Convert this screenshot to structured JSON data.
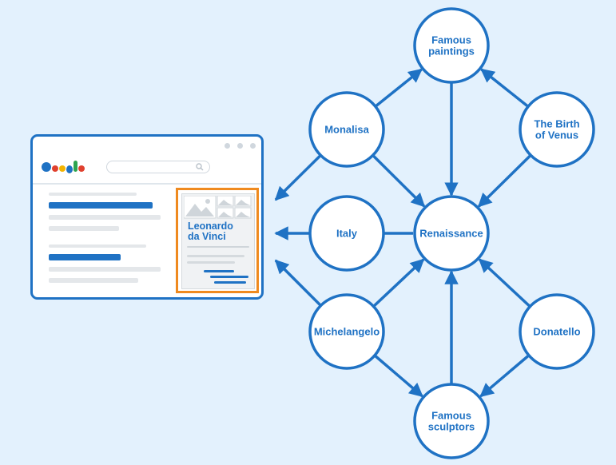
{
  "knowledge_panel": {
    "title_line1": "Leonardo",
    "title_line2": "da Vinci"
  },
  "graph": {
    "nodes": [
      {
        "id": "famous-paintings",
        "lines": [
          "Famous",
          "paintings"
        ]
      },
      {
        "id": "monalisa",
        "lines": [
          "Monalisa"
        ]
      },
      {
        "id": "the-birth-of-venus",
        "lines": [
          "The Birth",
          "of Venus"
        ]
      },
      {
        "id": "italy",
        "lines": [
          "Italy"
        ]
      },
      {
        "id": "renaissance",
        "lines": [
          "Renaissance"
        ]
      },
      {
        "id": "michelangelo",
        "lines": [
          "Michelangelo"
        ]
      },
      {
        "id": "donatello",
        "lines": [
          "Donatello"
        ]
      },
      {
        "id": "famous-sculptors",
        "lines": [
          "Famous",
          "sculptors"
        ]
      }
    ],
    "edges": [
      {
        "from": "monalisa",
        "to": "famous-paintings"
      },
      {
        "from": "the-birth-of-venus",
        "to": "famous-paintings"
      },
      {
        "from": "famous-paintings",
        "to": "renaissance"
      },
      {
        "from": "monalisa",
        "to": "renaissance"
      },
      {
        "from": "the-birth-of-venus",
        "to": "renaissance"
      },
      {
        "from": "italy",
        "to": "renaissance",
        "arrow": false
      },
      {
        "from": "michelangelo",
        "to": "renaissance"
      },
      {
        "from": "donatello",
        "to": "renaissance"
      },
      {
        "from": "famous-sculptors",
        "to": "renaissance"
      },
      {
        "from": "michelangelo",
        "to": "famous-sculptors"
      },
      {
        "from": "donatello",
        "to": "famous-sculptors"
      },
      {
        "from": "monalisa",
        "to": "browser"
      },
      {
        "from": "italy",
        "to": "browser"
      },
      {
        "from": "michelangelo",
        "to": "browser"
      }
    ]
  },
  "colors": {
    "background": "#e3f1fd",
    "primary": "#1f72c4",
    "highlight": "#ef8a1f"
  }
}
